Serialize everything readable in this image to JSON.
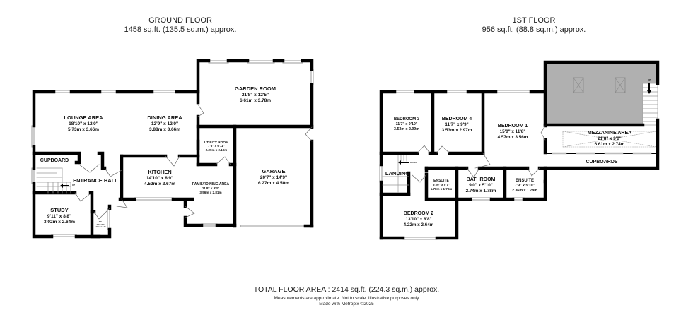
{
  "ground_floor": {
    "title": "GROUND FLOOR",
    "area": "1458 sq.ft. (135.5 sq.m.) approx.",
    "rooms": [
      {
        "name": "LOUNGE AREA",
        "imperial": "18'10\"  x 12'0\"",
        "metric": "5.73m  x 3.66m"
      },
      {
        "name": "DINING AREA",
        "imperial": "12'9\"  x 12'0\"",
        "metric": "3.88m  x 3.66m"
      },
      {
        "name": "GARDEN ROOM",
        "imperial": "21'8\"  x 12'5\"",
        "metric": "6.61m  x 3.78m"
      },
      {
        "name": "UTILITY ROOM",
        "imperial": "7'6\"  x 6'11\"",
        "metric": "2.29m  x 2.10m"
      },
      {
        "name": "CUPBOARD"
      },
      {
        "name": "ENTRANCE HALL"
      },
      {
        "name": "KITCHEN",
        "imperial": "14'10\"  x 8'9\"",
        "metric": "4.52m  x 2.67m"
      },
      {
        "name": "FAMILY/DINING AREA",
        "imperial": "11'8\"  x 9'3\"",
        "metric": "3.56m  x 2.81m"
      },
      {
        "name": "GARAGE",
        "imperial": "20'7\"  x 14'9\"",
        "metric": "6.27m  x 4.50m"
      },
      {
        "name": "STUDY",
        "imperial": "9'11\"  x 8'8\"",
        "metric": "3.02m  x 2.64m"
      },
      {
        "name": "WC",
        "imperial": "4'6\"  x 3'9\"",
        "metric": "1.37m x 1.14m"
      }
    ],
    "stairs_label": "UP"
  },
  "first_floor": {
    "title": "1ST FLOOR",
    "area": "956 sq.ft. (88.8 sq.m.) approx.",
    "rooms": [
      {
        "name": "BEDROOM 3",
        "imperial": "11'7\"  x 9'10\"",
        "metric": "3.53m  x 2.99m"
      },
      {
        "name": "BEDROOM 4",
        "imperial": "11'7\"  x 9'9\"",
        "metric": "3.53m  x 2.97m"
      },
      {
        "name": "BEDROOM 1",
        "imperial": "15'0\"  x 11'8\"",
        "metric": "4.57m  x 3.56m"
      },
      {
        "name": "MEZZANINE AREA",
        "imperial": "21'8\"  x 9'0\"",
        "metric": "6.61m  x 2.74m"
      },
      {
        "name": "CUPBOARDS"
      },
      {
        "name": "LANDING"
      },
      {
        "name": "ENSUITE",
        "imperial": "5'20\"  x 5'7\"",
        "metric": "1.78m  x 1.70m"
      },
      {
        "name": "BATHROOM",
        "imperial": "9'0\"  x 5'10\"",
        "metric": "2.74m  x 1.78m"
      },
      {
        "name": "ENSUITE",
        "imperial": "7'9\"  x 5'10\"",
        "metric": "2.36m  x 1.78m"
      },
      {
        "name": "BEDROOM 2",
        "imperial": "13'10\"  x 8'8\"",
        "metric": "4.22m  x 2.64m"
      }
    ],
    "stairs_down_label": "DOWN",
    "stairs_up_label": "UP"
  },
  "footer": {
    "total": "TOTAL FLOOR AREA : 2414 sq.ft. (224.3 sq.m.) approx.",
    "disclaimer": "Measurements are approximate.  Not to scale.  Illustrative purposes only",
    "credit": "Made with Metropix ©2025"
  },
  "colors": {
    "wall": "#000000",
    "window": "#cccccc",
    "void_fill": "#b0b0b0",
    "background": "#ffffff"
  }
}
